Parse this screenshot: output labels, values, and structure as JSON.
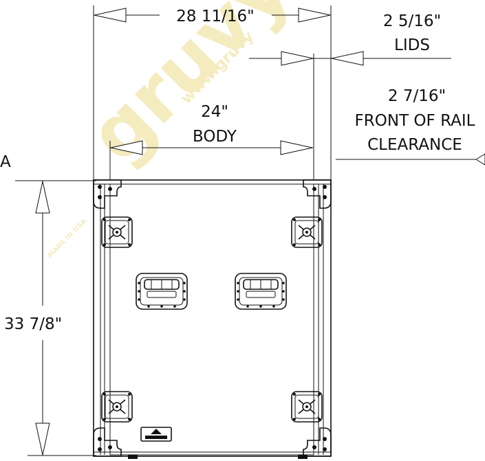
{
  "dimensions": {
    "overall_width": "28 11/16\"",
    "lids": {
      "value": "2 5/16\"",
      "label": "LIDS"
    },
    "front_of_rail": {
      "value": "2 7/16\"",
      "line1": "FRONT OF RAIL",
      "line2": "CLEARANCE"
    },
    "body": {
      "value": "24\"",
      "label": "BODY"
    },
    "height": "33 7/8\"",
    "cut_label": "A"
  },
  "watermark": {
    "text": "gruvy",
    "small_text": "www.gruvy",
    "made_in": "MADE IN USA"
  },
  "colors": {
    "line": "#111111",
    "watermark": "#f3e9b8",
    "background": "#ffffff"
  }
}
